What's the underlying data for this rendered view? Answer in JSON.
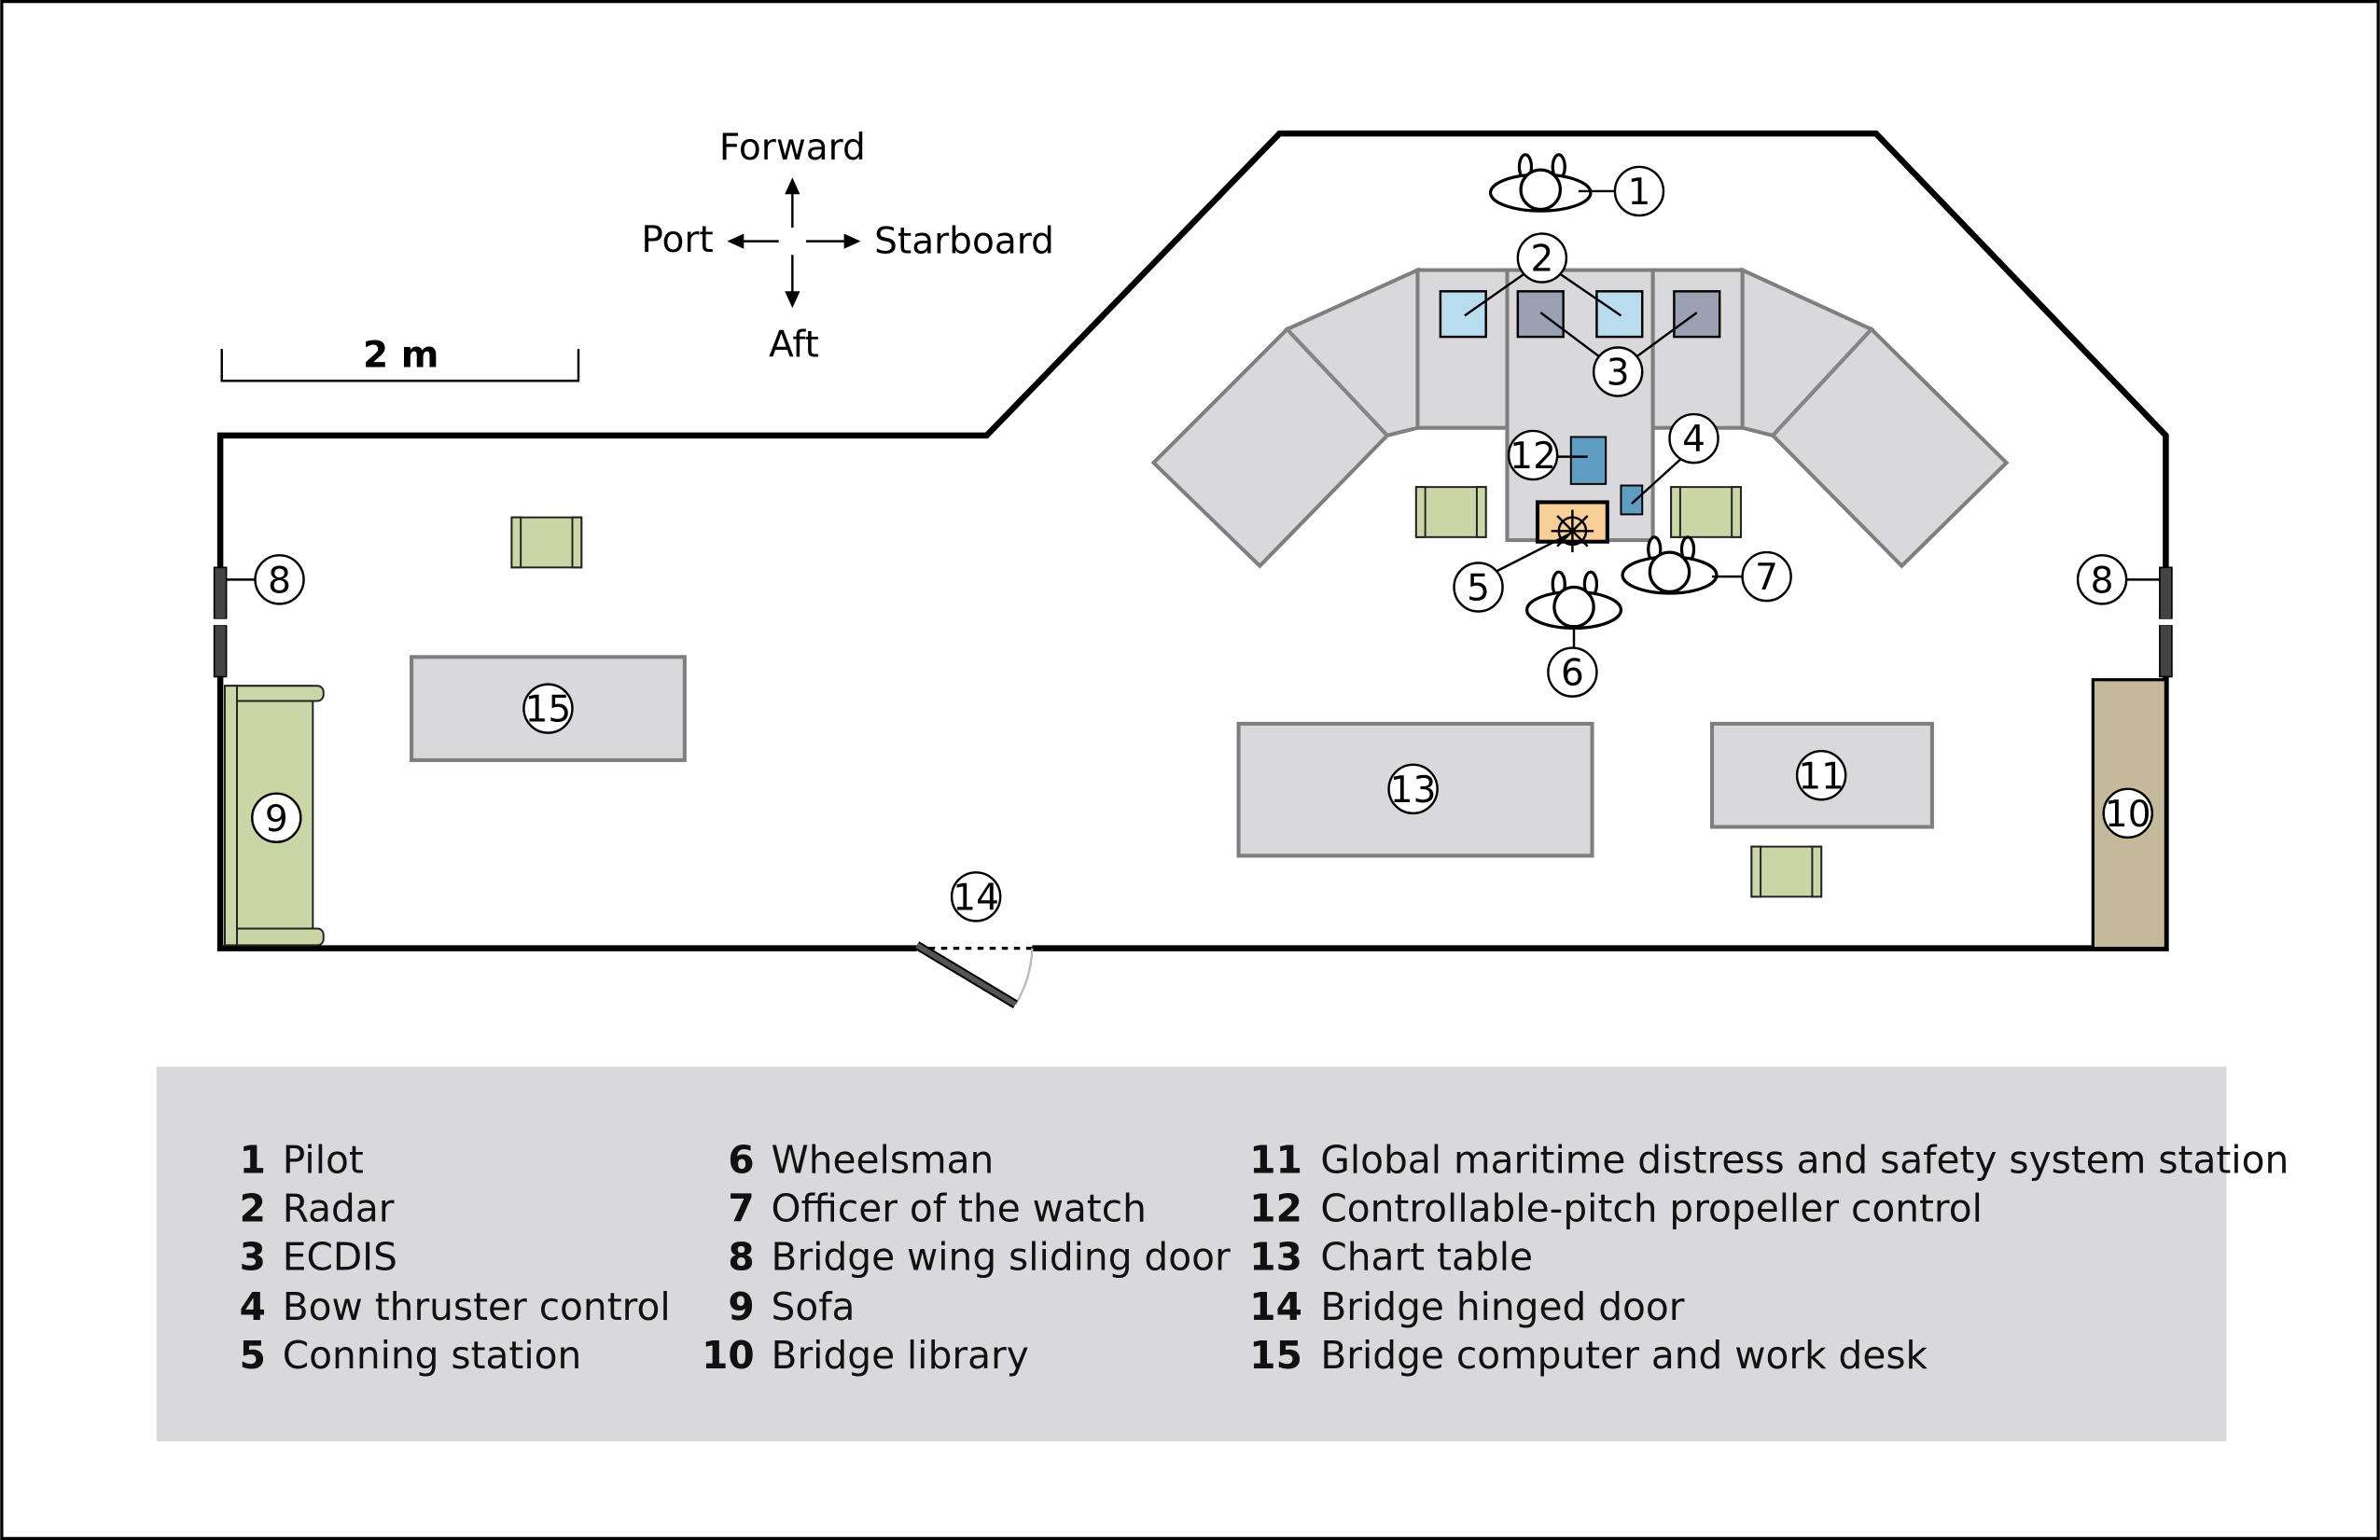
{
  "compass": {
    "forward": "Forward",
    "aft": "Aft",
    "port": "Port",
    "starboard": "Starboard"
  },
  "scale_bar": {
    "label": "2 m"
  },
  "callouts": {
    "c1": "1",
    "c2": "2",
    "c3": "3",
    "c4": "4",
    "c5": "5",
    "c6": "6",
    "c7": "7",
    "c8": "8",
    "c9": "9",
    "c10": "10",
    "c11": "11",
    "c12": "12",
    "c13": "13",
    "c14": "14",
    "c15": "15"
  },
  "colors": {
    "console": "#d9d9db",
    "radar": "#b9dcef",
    "ecdis": "#9aa1b3",
    "control": "#5e9cc2",
    "conning": "#f9cf98",
    "chair": "#cbd6a7",
    "library": "#c4b99b",
    "legend_bg": "#d9d9db"
  },
  "legend": [
    {
      "num": "1",
      "label": "Pilot"
    },
    {
      "num": "2",
      "label": "Radar"
    },
    {
      "num": "3",
      "label": "ECDIS"
    },
    {
      "num": "4",
      "label": "Bow thruster control"
    },
    {
      "num": "5",
      "label": "Conning station"
    },
    {
      "num": "6",
      "label": "Wheelsman"
    },
    {
      "num": "7",
      "label": "Officer of the watch"
    },
    {
      "num": "8",
      "label": "Bridge wing sliding door"
    },
    {
      "num": "9",
      "label": "Sofa"
    },
    {
      "num": "10",
      "label": "Bridge library"
    },
    {
      "num": "11",
      "label": "Global maritime distress and safety system station"
    },
    {
      "num": "12",
      "label": "Controllable-pitch propeller control"
    },
    {
      "num": "13",
      "label": "Chart table"
    },
    {
      "num": "14",
      "label": "Bridge hinged door"
    },
    {
      "num": "15",
      "label": "Bridge computer and work desk"
    }
  ]
}
